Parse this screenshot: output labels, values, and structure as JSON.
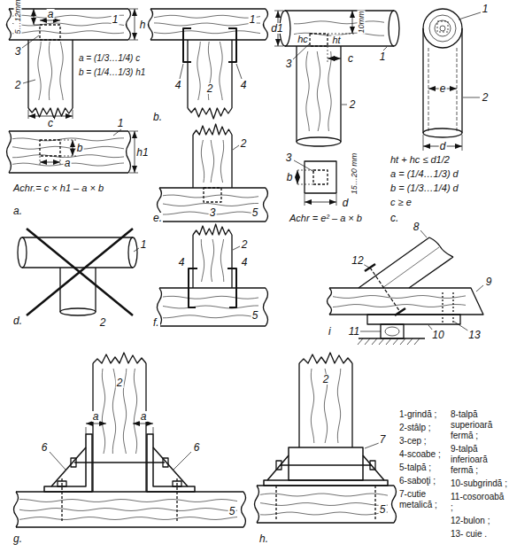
{
  "diagram": {
    "labels": [
      "1",
      "5…12mm",
      "a",
      "h",
      "3",
      "2",
      "a = (1/3…1/4) c",
      "b = (1/4…1/3) h1",
      "c",
      "1",
      "b",
      "h1",
      "a",
      "Achr.= c × h1 – a × b",
      "a.",
      "1",
      "4",
      "4",
      "2",
      "b.",
      "1",
      "1",
      "d1",
      "10mm",
      "hc",
      "ht",
      "3",
      "2",
      "c",
      "e",
      "d",
      "2",
      "3",
      "b",
      "d",
      "15…20 mm",
      "Achr = e² – a × b",
      "ht + hc ≤ d1/2",
      "a = (1/4…1/3) d",
      "b = (1/3…1/4) d",
      "c ≥ e",
      "c.",
      "1",
      "2",
      "d.",
      "2",
      "3",
      "5",
      "e.",
      "2",
      "4",
      "4",
      "5",
      "f.",
      "8",
      "12",
      "9",
      "11",
      "10",
      "13",
      "i",
      "2",
      "a",
      "a",
      "6",
      "6",
      "5",
      "g.",
      "2",
      "7",
      "5",
      "h.",
      "1-grindă ;",
      "2-stâlp ;",
      "3-cep ;",
      "4-scoabe ;",
      "5-talpă ;",
      "6-saboţi ;",
      "7-cutie metalică ;",
      "8-talpă superioară fermă ;",
      "9-talpă inferioară fermă ;",
      "10-subgrindă ;",
      "11-cosoroabă ;",
      "12-bulon ;",
      "13- cuie ."
    ]
  }
}
